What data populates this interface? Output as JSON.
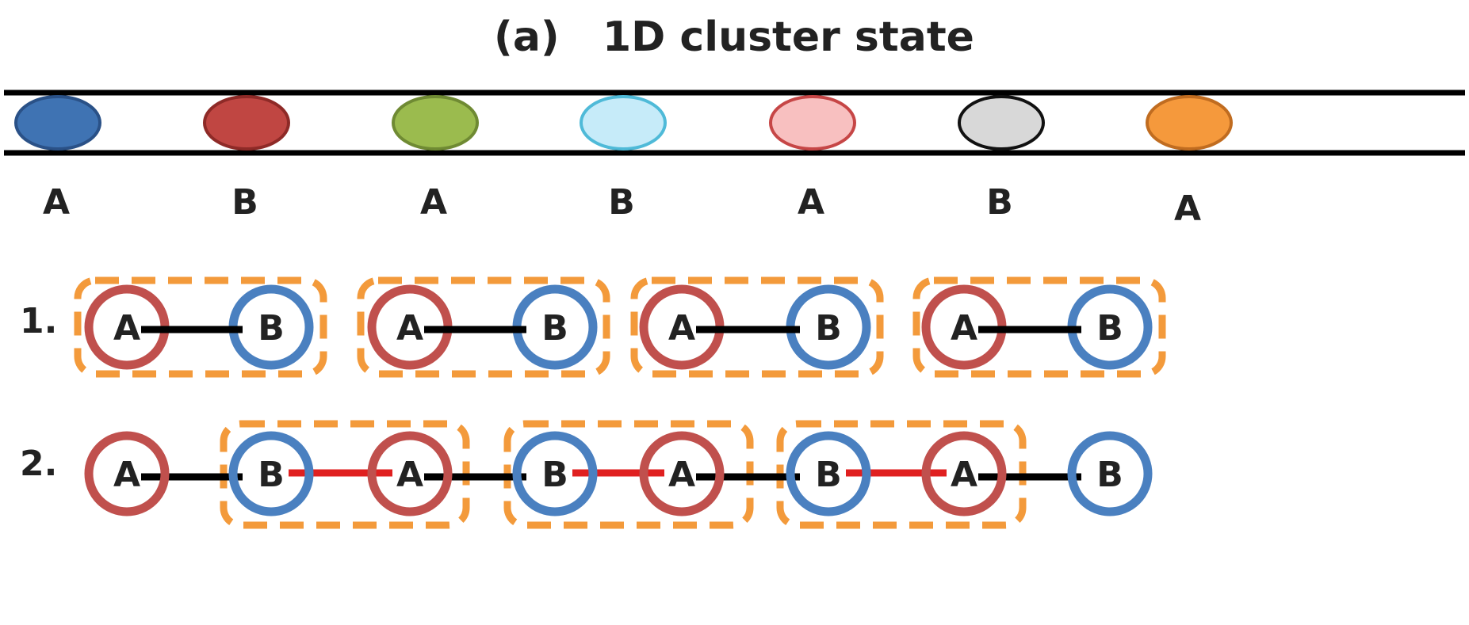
{
  "title": "(a)   1D cluster state",
  "lattice": {
    "atoms": [
      {
        "label": "A",
        "fill": "#3f73b3",
        "stroke": "#2a5187"
      },
      {
        "label": "B",
        "fill": "#c04642",
        "stroke": "#8e2a27"
      },
      {
        "label": "A",
        "fill": "#9bbb4e",
        "stroke": "#6f8a33"
      },
      {
        "label": "B",
        "fill": "#c6ebf9",
        "stroke": "#4fbad8"
      },
      {
        "label": "A",
        "fill": "#f8c0c0",
        "stroke": "#c64646"
      },
      {
        "label": "B",
        "fill": "#d8d8d8",
        "stroke": "#111111"
      },
      {
        "label": "A",
        "fill": "#f5993c",
        "stroke": "#c06c20"
      }
    ]
  },
  "steps": [
    {
      "label": "1.",
      "nodes": [
        "A",
        "B",
        "A",
        "B",
        "A",
        "B",
        "A",
        "B"
      ]
    },
    {
      "label": "2.",
      "nodes": [
        "A",
        "B",
        "A",
        "B",
        "A",
        "B",
        "A",
        "B"
      ]
    }
  ],
  "colors": {
    "node_a": "#c0504d",
    "node_b": "#4a80c0",
    "bond": "#000000",
    "bond_new": "#e02020",
    "group_box": "#f39a3b"
  }
}
